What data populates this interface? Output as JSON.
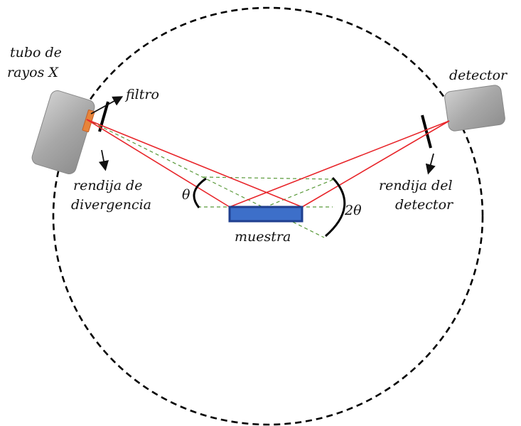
{
  "labels": {
    "tube_line1": "tubo de",
    "tube_line2": "rayos X",
    "filter": "filtro",
    "div_slit_line1": "rendija de",
    "div_slit_line2": "divergencia",
    "theta": "θ",
    "sample": "muestra",
    "two_theta": "2θ",
    "det_slit_line1": "rendija del",
    "det_slit_line2": "detector",
    "detector": "detector"
  },
  "colors": {
    "beam": "#e8262b",
    "dashed_guides": "#5a9a3a",
    "sample_fill": "#3d6fc9",
    "sample_border": "#1f3f8f",
    "filter": "#e8843a",
    "device_body": "#a9a9a9",
    "goniometer_circle": "#000000"
  }
}
